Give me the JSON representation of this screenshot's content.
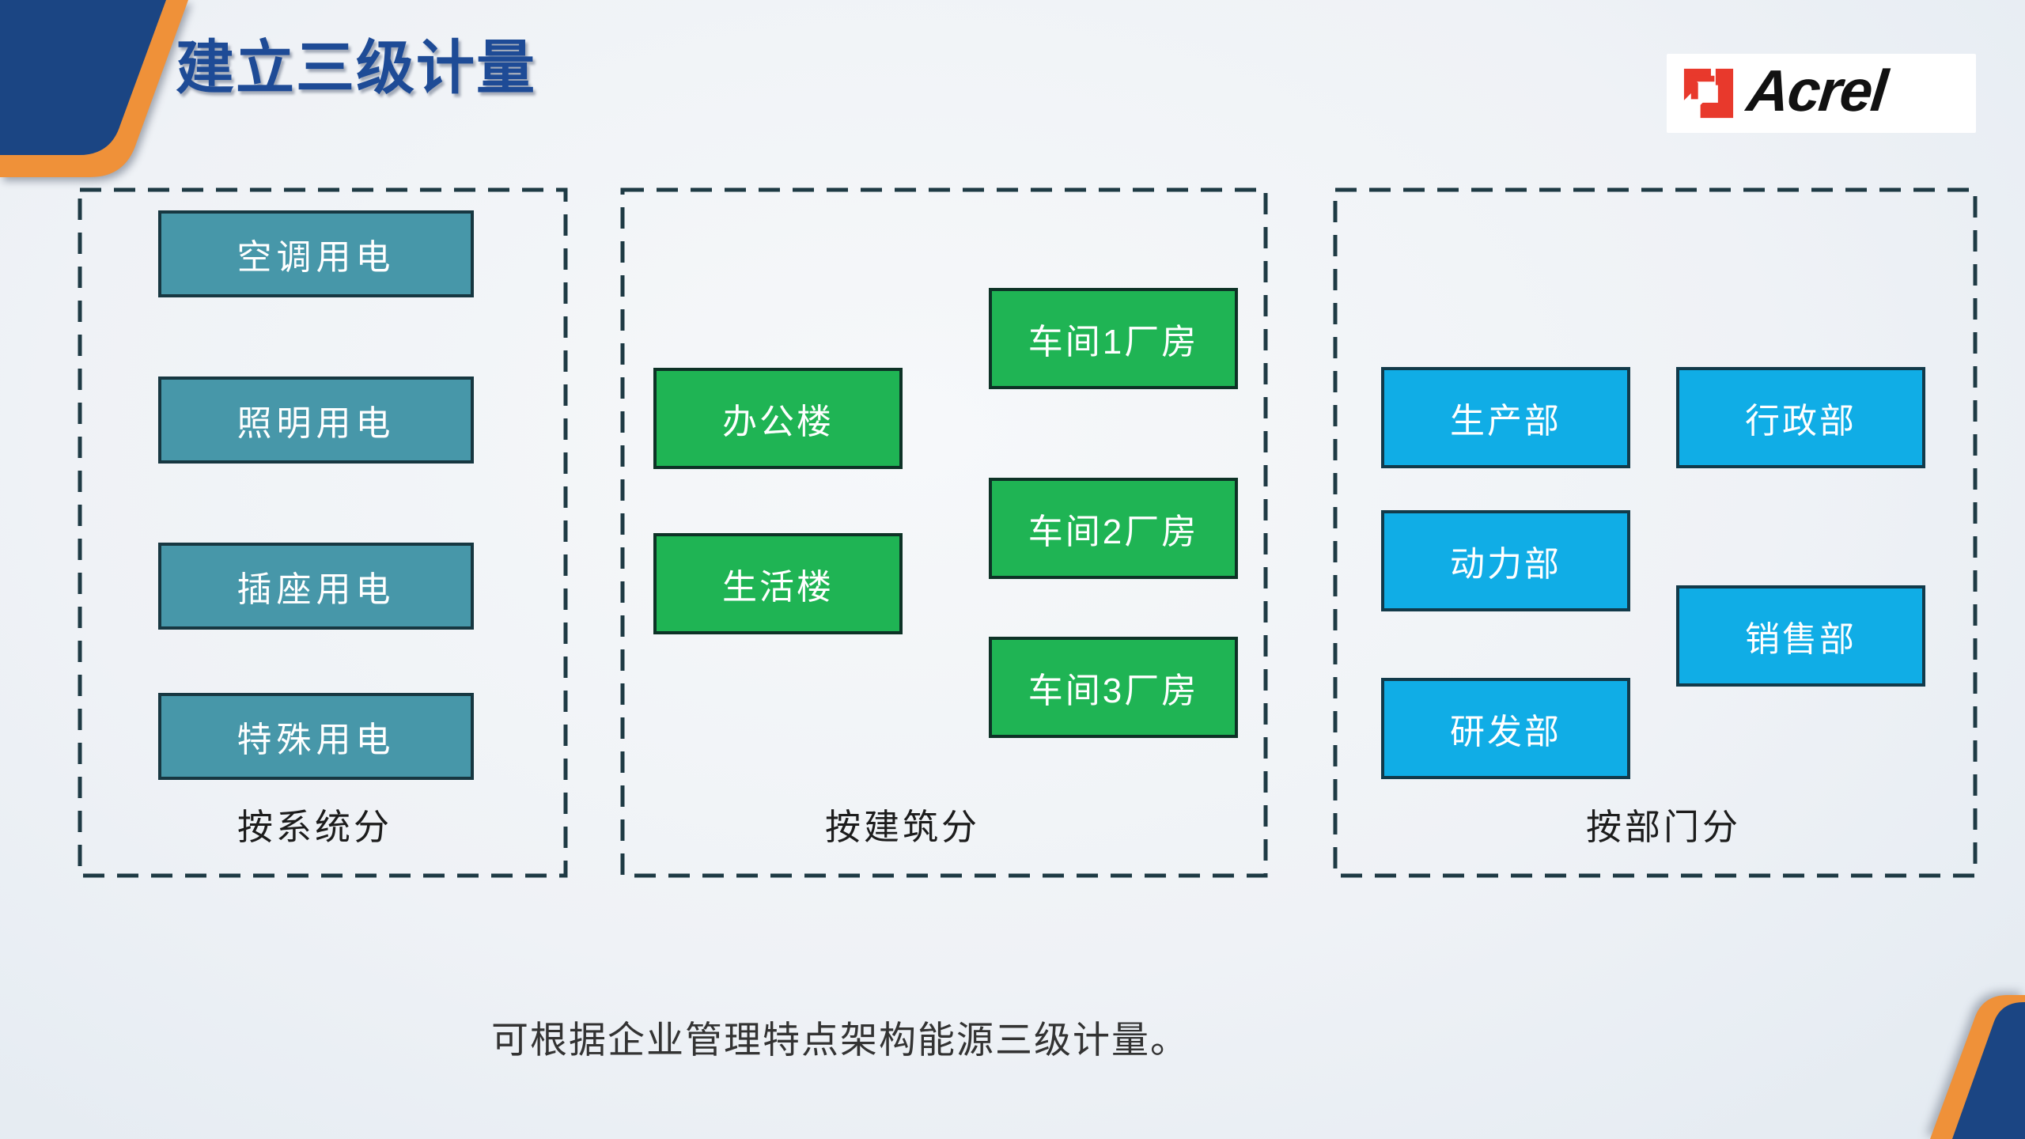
{
  "slide": {
    "title": "建立三级计量",
    "logo_text": "Acrel",
    "footer": "可根据企业管理特点架构能源三级计量。"
  },
  "groups": [
    {
      "label": "按系统分",
      "box_color": "#4797a9",
      "items": [
        "空调用电",
        "照明用电",
        "插座用电",
        "特殊用电"
      ]
    },
    {
      "label": "按建筑分",
      "box_color": "#1fb454",
      "items": [
        "办公楼",
        "生活楼",
        "车间1厂房",
        "车间2厂房",
        "车间3厂房"
      ]
    },
    {
      "label": "按部门分",
      "box_color": "#10ade6",
      "items": [
        "生产部",
        "动力部",
        "研发部",
        "行政部",
        "销售部"
      ]
    }
  ],
  "colors": {
    "title_blue": "#1e4b96",
    "dash_border": "#1e3a44",
    "corner_blue": "#1b4583",
    "corner_orange": "#ef9139",
    "logo_red": "#e8392c",
    "box_text": "#ffffff"
  }
}
